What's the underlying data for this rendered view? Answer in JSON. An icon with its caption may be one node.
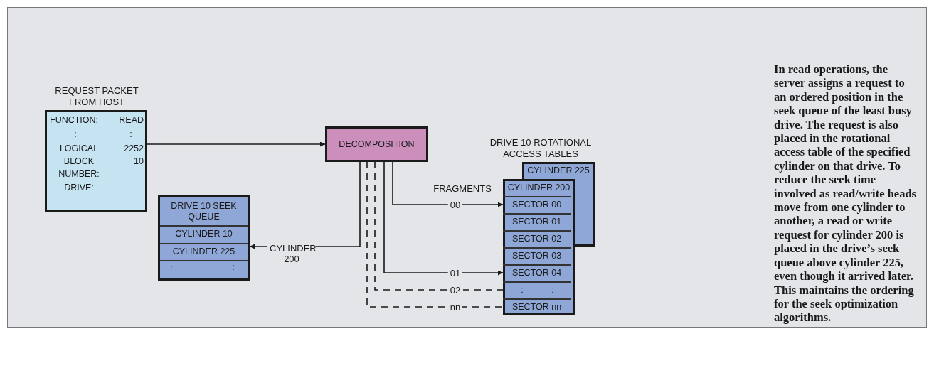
{
  "diagram": {
    "nodes": [
      {
        "text": [
          "REQUEST PACKET FROM HOST",
          "FUNCTION:",
          "READ",
          ":",
          ":",
          "LOGICAL",
          "2252",
          "BLOCK",
          "10",
          "NUMBER:",
          "DRIVE:"
        ]
      },
      {
        "text": [
          "DECOMPOSITION"
        ]
      },
      {
        "text": [
          "DRIVE 10 SEEK QUEUE",
          "CYLINDER 10",
          "CYLINDER 225",
          ":",
          ":"
        ]
      },
      {
        "text": [
          "CYLINDER 225"
        ]
      },
      {
        "text": [
          "CYLINDER 200"
        ]
      },
      {
        "text": [
          "SECTOR 00"
        ],
        "in": 4
      },
      {
        "text": [
          "SECTOR 01"
        ],
        "in": 4
      },
      {
        "text": [
          "SECTOR 02"
        ],
        "in": 4
      },
      {
        "text": [
          "SECTOR 03"
        ],
        "in": 4
      },
      {
        "text": [
          "SECTOR 04"
        ],
        "in": 4
      },
      {
        "text": [
          ":",
          ":"
        ],
        "in": 4
      },
      {
        "text": [
          "SECTOR nn"
        ],
        "in": 4
      }
    ],
    "edges": [
      {
        "from": 0,
        "to": 1,
        "arrow": "to"
      },
      {
        "from": 1,
        "to": 2,
        "arrow": "to",
        "label": "CYLINDER 200"
      },
      {
        "from": 1,
        "to": 5,
        "arrow": "to",
        "label": "00"
      },
      {
        "from": 1,
        "to": 9,
        "arrow": "to",
        "label": "01"
      },
      {
        "from": 1,
        "to": 10,
        "arrow": "none",
        "label": "02",
        "style": "dashed"
      },
      {
        "from": 1,
        "to": 11,
        "arrow": "none",
        "label": "nn",
        "style": "dashed"
      }
    ],
    "labels": [
      "DRIVE 10 ROTATIONAL ACCESS TABLES",
      "FRAGMENTS",
      "In read operations, the server assigns a request to an ordered position in the seek queue of the least busy drive. The request is also placed in the rotational access table of the specified cylinder on that drive. To reduce the seek time involved as read/write heads move from one cylinder to another, a read or write request for cylinder 200 is placed in the drive’s seek queue above cylinder 225, even though it arrived later. This maintains the ordering for the seek optimization algorithms."
    ]
  }
}
